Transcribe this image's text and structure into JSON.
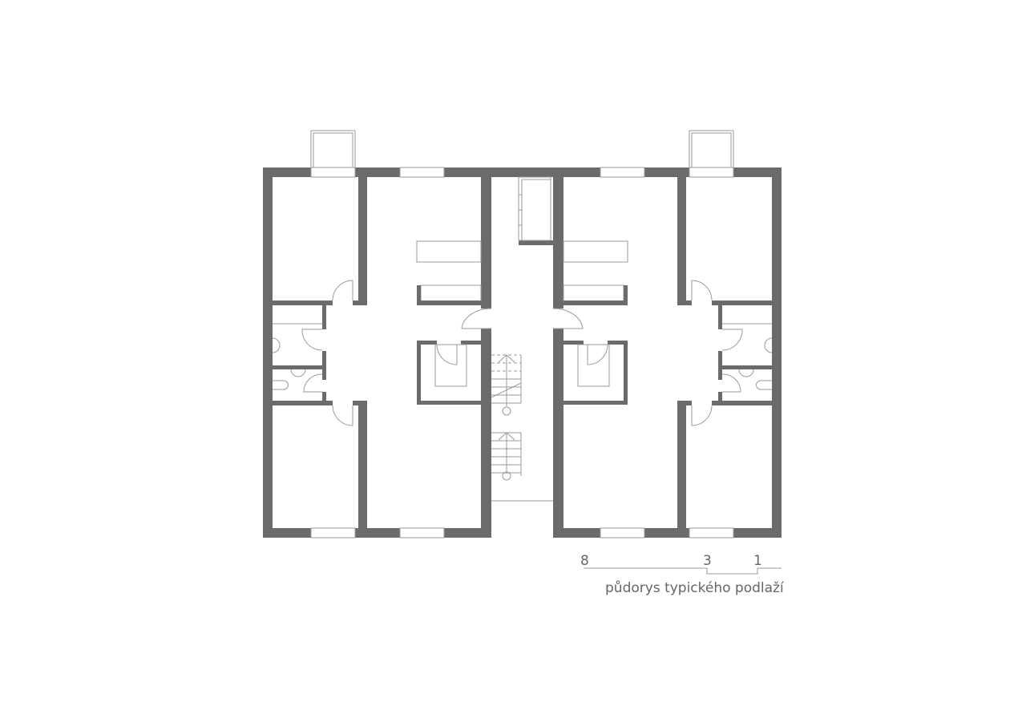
{
  "drawing": {
    "title": "půdorys typického podlaží",
    "scale_labels": [
      "8",
      "3",
      "1"
    ],
    "wall_color": "#6b6b6b",
    "line_color": "#9a9a9a"
  }
}
